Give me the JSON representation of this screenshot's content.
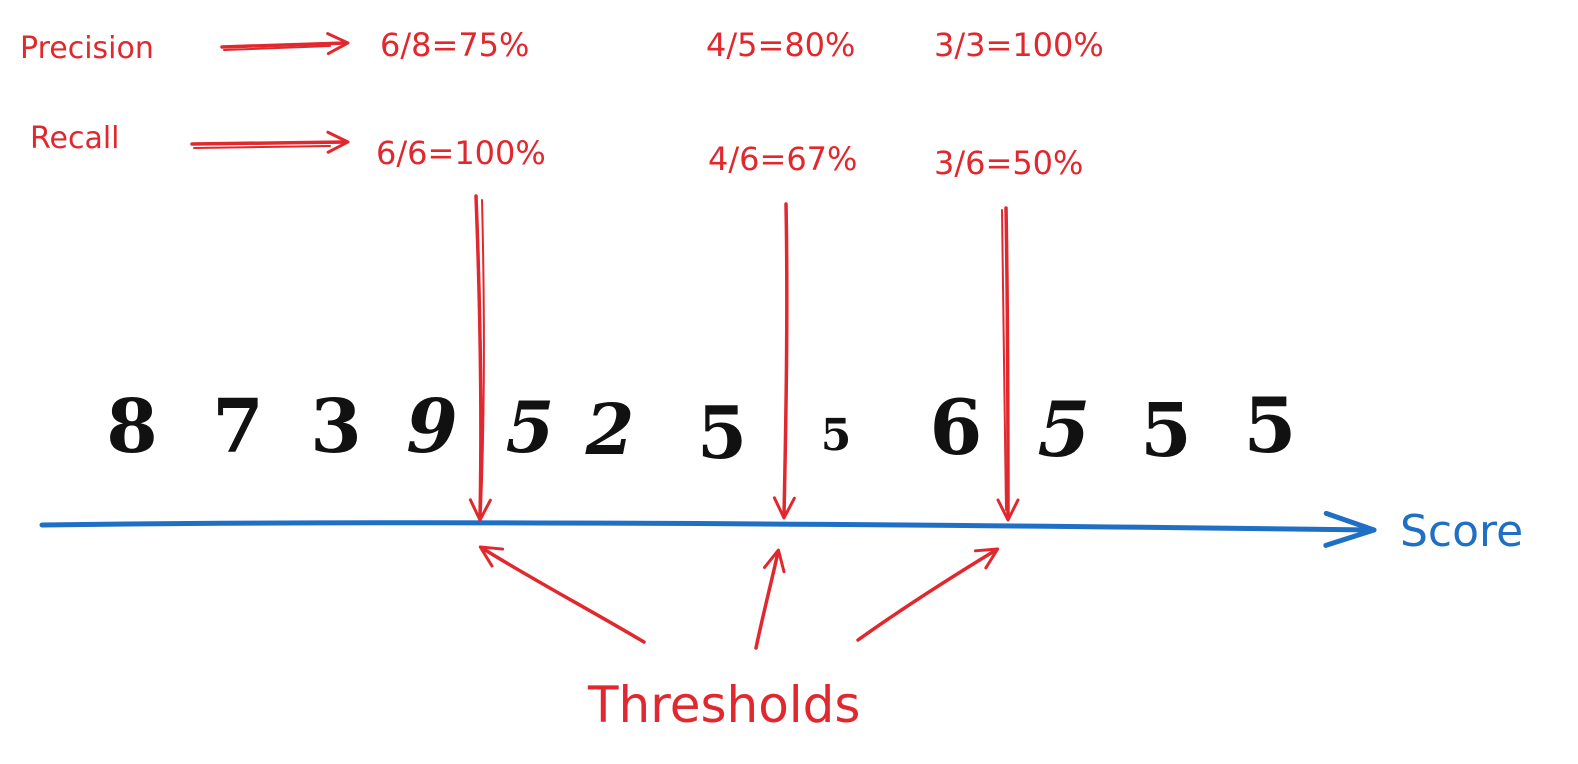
{
  "colors": {
    "annotation": "#e0282e",
    "axis": "#1f6fc4",
    "digit": "#111111",
    "background": "#ffffff"
  },
  "labels": {
    "precision": "Precision",
    "recall": "Recall",
    "thresholds": "Thresholds",
    "score": "Score"
  },
  "digits": [
    "8",
    "7",
    "3",
    "9",
    "5",
    "2",
    "5",
    "5",
    "6",
    "5",
    "5",
    "5"
  ],
  "thresholds": [
    {
      "precision": "6/8=75%",
      "recall": "6/6=100%"
    },
    {
      "precision": "4/5=80%",
      "recall": "4/6=67%"
    },
    {
      "precision": "3/3=100%",
      "recall": "3/6=50%"
    }
  ]
}
